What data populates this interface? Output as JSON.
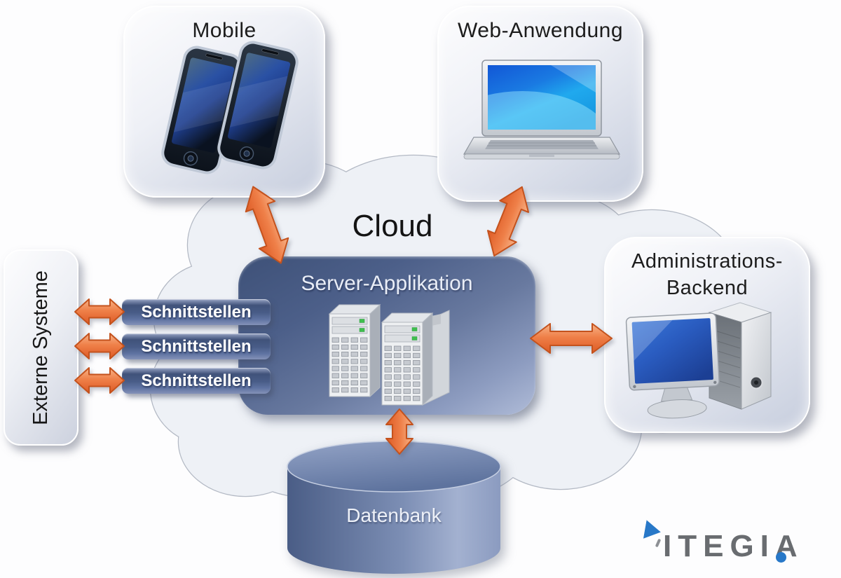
{
  "diagram": {
    "cloud_label": "Cloud",
    "nodes": {
      "mobile": {
        "label": "Mobile",
        "icon": "smartphones-icon"
      },
      "web_anwendung": {
        "label": "Web-Anwendung",
        "icon": "laptop-icon"
      },
      "administrations_backend": {
        "label_lines": [
          "Administrations-",
          "Backend"
        ],
        "icon": "desktop-computer-icon"
      },
      "externe_systeme": {
        "label": "Externe Systeme"
      },
      "server_applikation": {
        "label": "Server-Applikation",
        "icon": "server-towers-icon"
      },
      "schnittstellen": {
        "items": [
          "Schnittstellen",
          "Schnittstellen",
          "Schnittstellen"
        ]
      },
      "datenbank": {
        "label": "Datenbank",
        "shape": "cylinder"
      }
    },
    "connections": [
      {
        "from": "Mobile",
        "to": "Server-Applikation",
        "type": "bidirectional"
      },
      {
        "from": "Web-Anwendung",
        "to": "Server-Applikation",
        "type": "bidirectional"
      },
      {
        "from": "Server-Applikation",
        "to": "Administrations-Backend",
        "type": "bidirectional"
      },
      {
        "from": "Server-Applikation",
        "to": "Datenbank",
        "type": "bidirectional"
      },
      {
        "from": "Externe Systeme",
        "to": "Schnittstellen 1",
        "type": "bidirectional"
      },
      {
        "from": "Externe Systeme",
        "to": "Schnittstellen 2",
        "type": "bidirectional"
      },
      {
        "from": "Externe Systeme",
        "to": "Schnittstellen 3",
        "type": "bidirectional"
      }
    ],
    "colors": {
      "arrow_orange": "#ed7d3f",
      "server_blue": "#4c5f89",
      "box_light": "#e9ecf3",
      "cloud_fill": "#eef1f6"
    }
  },
  "logo": {
    "brand": "ITEGIA",
    "accent_blue": "#2878c8",
    "text_gray": "#696c70"
  }
}
